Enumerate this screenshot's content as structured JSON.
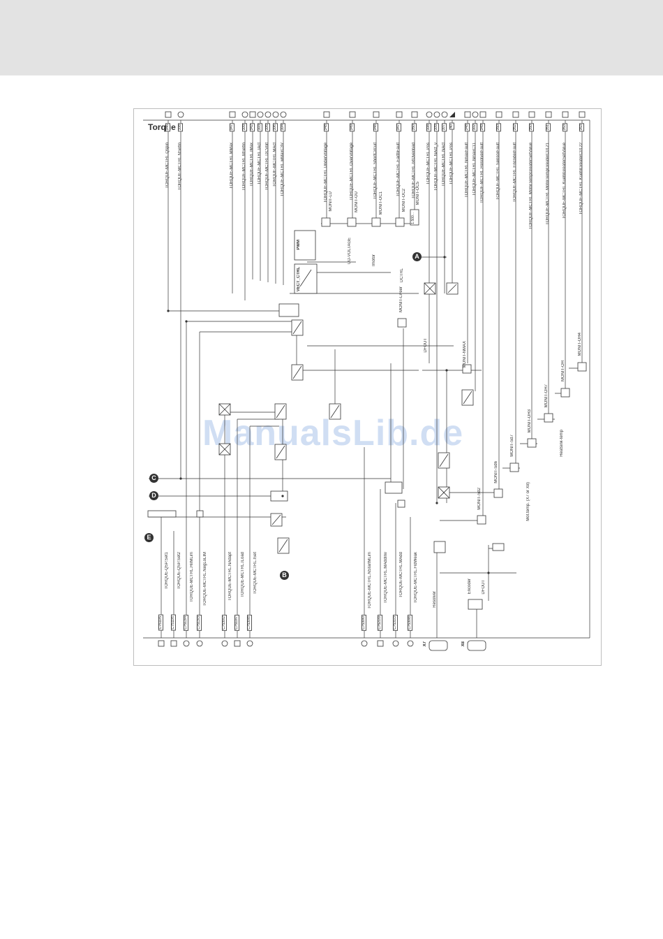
{
  "title": "Torque",
  "watermark": "ManualsLib.de",
  "markers": [
    "E",
    "D",
    "C",
    "B",
    "A"
  ],
  "outputs_top": [
    {
      "label": "TORQUE-MCTRL.Qspin",
      "code": "346"
    },
    {
      "label": "TORQUE-MCTRL.NSetIn",
      "code": "108"
    },
    {
      "label": "TORQUE-MCTRL.MMax",
      "code": "347"
    },
    {
      "label": "TORQUE-MCTRL.MSetIn",
      "code": "109"
    },
    {
      "label": "TORQUE-MCTRL.IMax",
      "code": "342"
    },
    {
      "label": "TORQUE-MCTRL.IAct",
      "code": "103"
    },
    {
      "label": "TORQUE-MCTRL.DCVolt",
      "code": "105"
    },
    {
      "label": "TORQUE-MCTRL.MAct",
      "code": "106"
    },
    {
      "label": "TORQUE-MCTRL.wMaxC3V",
      "code": "104"
    },
    {
      "label": "TORQUE-MCTRL.UnderVoltage",
      "code": "348"
    },
    {
      "label": "TORQUE-MCTRL.OverVoltage",
      "code": "349"
    },
    {
      "label": "TORQUE-MCTRL.ShortCircuit",
      "code": "348"
    },
    {
      "label": "TORQUE-MCTRL.EarthFault",
      "code": "347"
    },
    {
      "label": "TORQUE-MCTRL.IxtOverload",
      "code": "350"
    },
    {
      "label": "TORQUE-MCTRL.Pos",
      "code": "108"
    },
    {
      "label": "TORQUE-MCTRL.NAct_v",
      "code": "109"
    },
    {
      "label": "TORQUE-MCTRL.NAct",
      "code": "107"
    },
    {
      "label": "TORQUE-MCTRL.Pos",
      "code": "40"
    },
    {
      "label": "TORQUE-MCTRL.NmaxFault",
      "code": "348"
    },
    {
      "label": "TORQUE-MCTRL.NmaxC11",
      "code": "102"
    },
    {
      "label": "TORQUE-MCTRL.ResolverFault",
      "code": "349"
    },
    {
      "label": "TORQUE-MCTRL.SensorFault",
      "code": "350"
    },
    {
      "label": "TORQUE-MCTRL.EncoderFault",
      "code": "352"
    },
    {
      "label": "TORQUE-MCTRL.MotorTempGreaterSetValue",
      "code": "350"
    },
    {
      "label": "TORQUE-MCTRL.MotorTempGreaterC0121",
      "code": "351"
    },
    {
      "label": "TORQUE-MCTRL.KuehlGreaterSetValue",
      "code": "353"
    },
    {
      "label": "TORQUE-MCTRL.KuehlGreaterC0122",
      "code": "353"
    }
  ],
  "inputs_bottom": [
    {
      "label": "TORQUE-QSP.Set1",
      "code": "C7511/5"
    },
    {
      "label": "TORQUE-QSP.Set2",
      "code": "C7511/6"
    },
    {
      "label": "TORQUE-MCTRL.HiIMLim",
      "code": "C7513/4"
    },
    {
      "label": "TORQUE-MCTRL.NegLoLIM",
      "code": "C7513/3"
    },
    {
      "label": "TORQUE-MCTRL.NAdapt",
      "code": "C7530/2"
    },
    {
      "label": "TORQUE-MCTRL.ILoad",
      "code": "C7510/7"
    },
    {
      "label": "TORQUE-MCTRL.ISet",
      "code": "C7530/8"
    },
    {
      "label": "TORQUE-MCTRL.NStartMLim",
      "code": "C7530/0"
    },
    {
      "label": "TORQUE-MCTRL.MAddInv",
      "code": "C7521/9"
    },
    {
      "label": "TORQUE-MCTRL.MAdd",
      "code": "C7531/3"
    },
    {
      "label": "TORQUE-MCTRL.FldWeak",
      "code": "C7530/8"
    }
  ],
  "blocks": {
    "vect_ctrl": "VECT_CTRL",
    "pwm": "PWM",
    "monit_lu": "MONIT-LU",
    "monit_ou": "MONIT-OU",
    "monit_oc1": "MONIT-OC1",
    "monit_oc2": "MONIT-OC2",
    "monit_oc5": "MONIT-OC5",
    "monit_nmax": "MONIT-NMAX",
    "monit_oh": "MONIT-OH",
    "monit_oh4": "MONIT-OH4",
    "monit_oh7": "MONIT-OH7",
    "monit_oh3": "MONIT-OH3",
    "monit_sd7": "MONIT-Sd7",
    "monit_sd6": "MONIT-Sd6",
    "monit_sd2": "MONIT-Sd2",
    "monit_lpeer": "MONIT-LPeer",
    "dctrl": "DCTRL",
    "dfout": "DFOUT",
    "dfout2": "DFOUT",
    "resolver": "Resolver",
    "encoder": "Encoder",
    "x7": "X7",
    "x8": "X8",
    "ud_voltage": "UD-VOLTAGE",
    "imotor": "Imotor",
    "heatsink": "Heatsink-temp",
    "mot_temp": "Mot.temp. (X7 or X8)",
    "const_1_500": "1.500..."
  }
}
